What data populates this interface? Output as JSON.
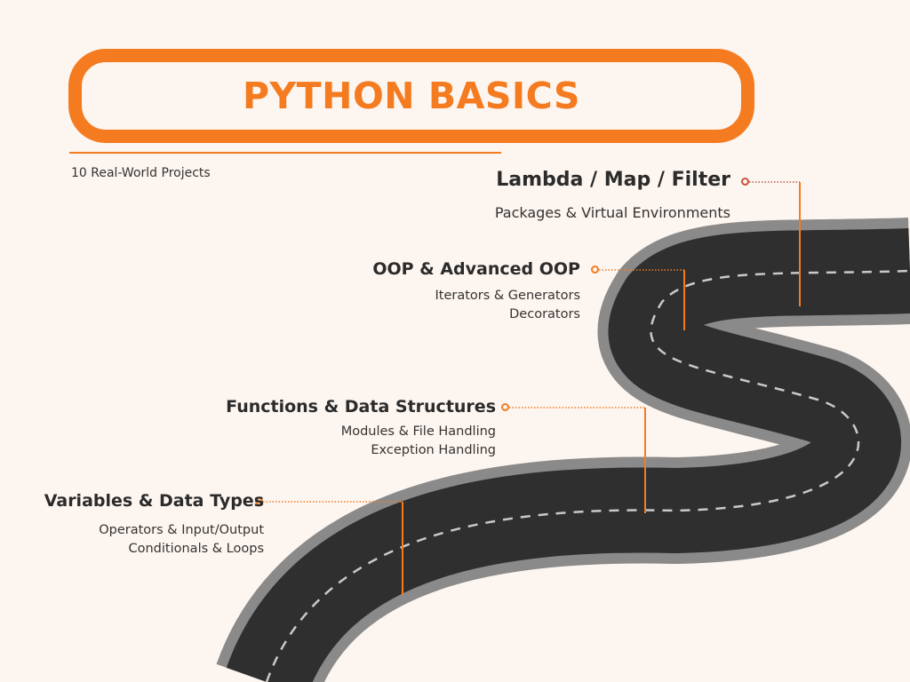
{
  "header": {
    "title": "PYTHON BASICS",
    "subtitle": "10 Real-World Projects"
  },
  "milestones": [
    {
      "title": "Lambda / Map / Filter",
      "lines": [
        "Packages & Virtual Environments"
      ]
    },
    {
      "title": "OOP & Advanced OOP",
      "lines": [
        "Iterators & Generators",
        "Decorators"
      ]
    },
    {
      "title": "Functions & Data Structures",
      "lines": [
        "Modules & File Handling",
        "Exception Handling"
      ]
    },
    {
      "title": "Variables & Data Types",
      "lines": [
        "Operators & Input/Output",
        "Conditionals & Loops"
      ]
    }
  ],
  "colors": {
    "accent": "#f47b20",
    "background": "#fdf5ef",
    "road": "#2f2f2f",
    "road_edge": "#8a8a8a",
    "lane": "#c9c9c9"
  }
}
